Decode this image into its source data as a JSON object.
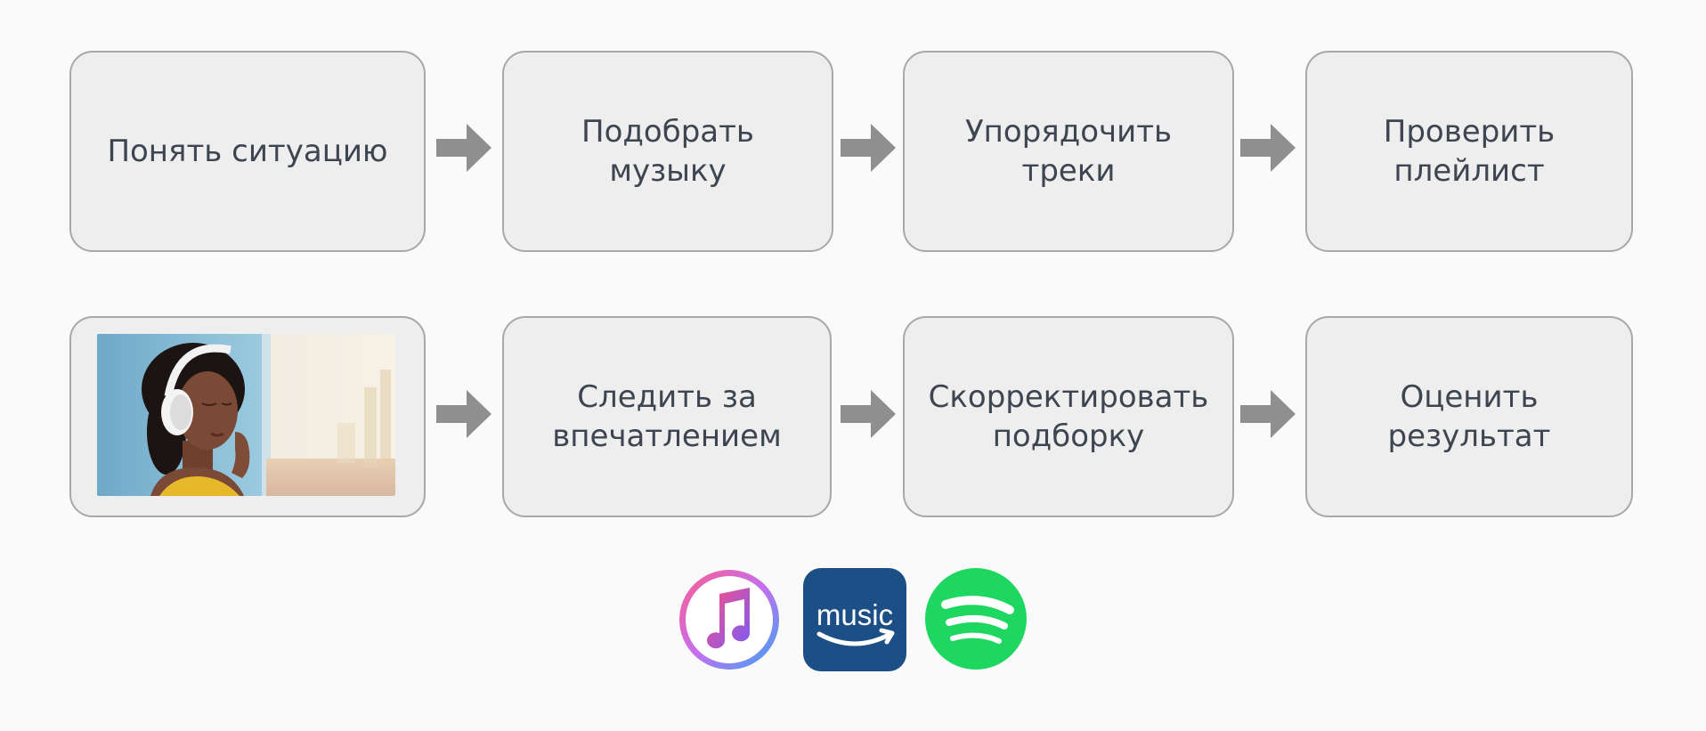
{
  "flow": {
    "row1": [
      {
        "label": "Понять ситуацию"
      },
      {
        "label": "Подобрать\nмузыку"
      },
      {
        "label": "Упорядочить\nтреки"
      },
      {
        "label": "Проверить\nплейлист"
      }
    ],
    "row2": [
      {
        "label": "Следить за\nвпечатлением"
      },
      {
        "label": "Скорректировать\nподборку"
      },
      {
        "label": "Оценить\nрезультат"
      }
    ]
  },
  "photo": {
    "subject": "woman-with-headphones",
    "colors": {
      "wall": "#7fb6d2",
      "sky": "#f3ede2",
      "shirt": "#e7b92a",
      "headphones": "#f4f4f4",
      "skin": "#7a4a36",
      "hair": "#1c1412"
    }
  },
  "logos": {
    "apple_music": {
      "icon": "apple-music-icon",
      "colors": {
        "ring_start": "#fa5e8c",
        "ring_end": "#36a6f0",
        "note": "#d24cf0"
      }
    },
    "amazon_music": {
      "icon": "amazon-music-icon",
      "label": "music",
      "colors": {
        "bg": "#1d4f87",
        "text": "#ffffff"
      }
    },
    "spotify": {
      "icon": "spotify-icon",
      "colors": {
        "bg": "#1ed760",
        "bars": "#ffffff"
      }
    }
  },
  "colors": {
    "box_bg": "#eeeeee",
    "box_border": "#a8a8a8",
    "text": "#3d4550",
    "arrow": "#8f8f8f"
  }
}
